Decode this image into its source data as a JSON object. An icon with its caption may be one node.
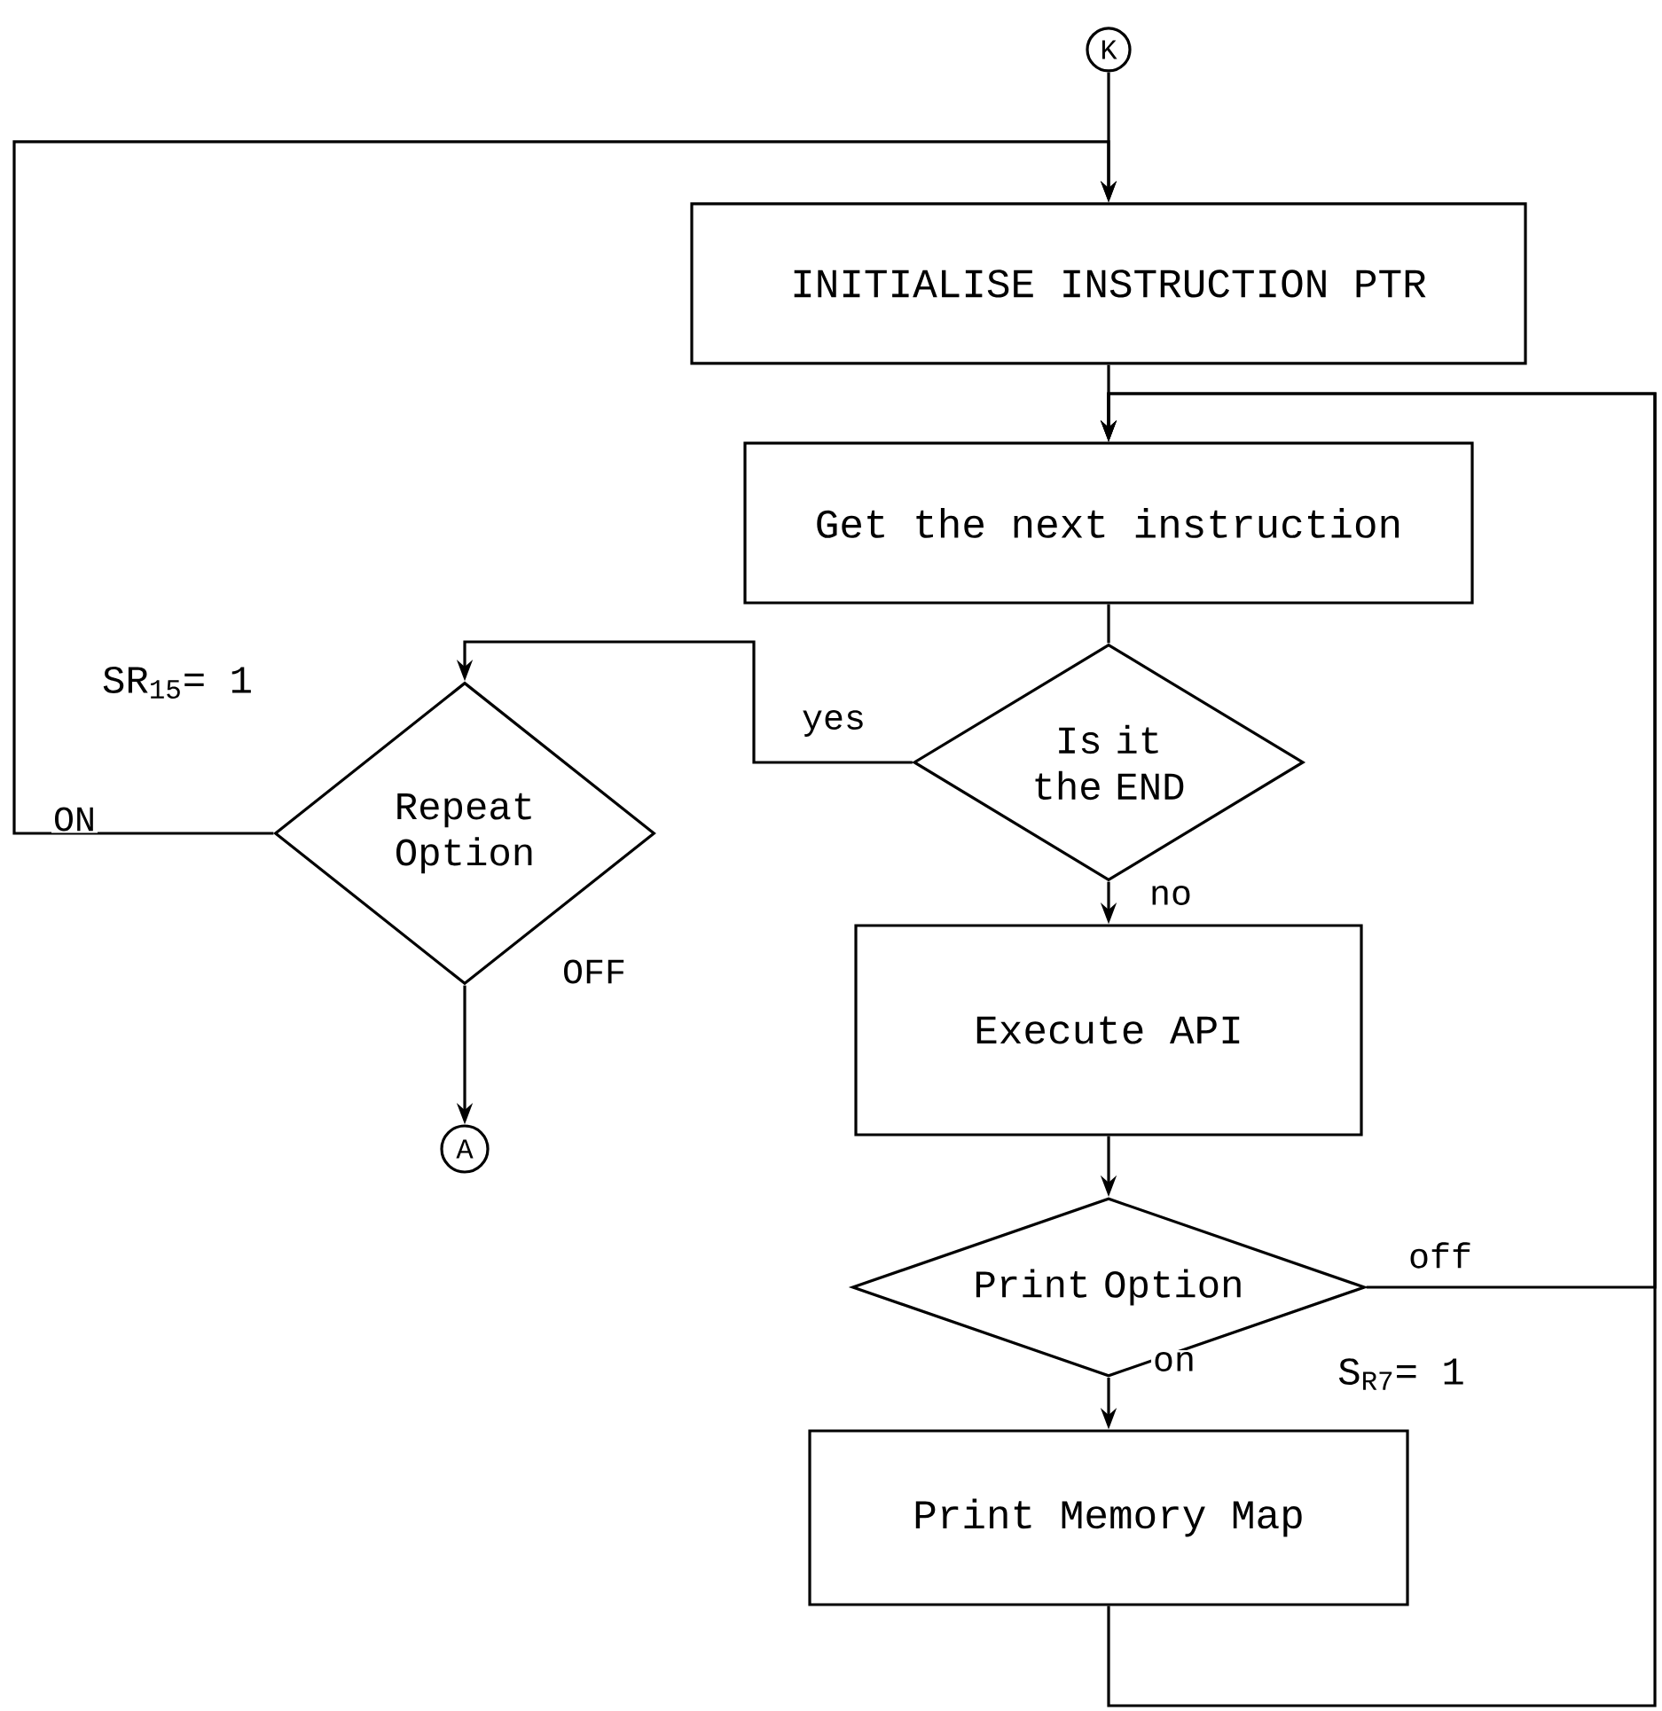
{
  "diagram": {
    "nodes": [
      {
        "text": [
          "K"
        ]
      },
      {
        "text": [
          "INITIALISE INSTRUCTION PTR"
        ]
      },
      {
        "text": [
          "Get the next instruction"
        ]
      },
      {
        "text": [
          "Is it the END"
        ]
      },
      {
        "text": [
          "Repeat Option"
        ]
      },
      {
        "text": [
          "A"
        ]
      },
      {
        "text": [
          "Execute API"
        ]
      },
      {
        "text": [
          "Print Option"
        ]
      },
      {
        "text": [
          "Print Memory Map"
        ]
      }
    ],
    "edges": [
      {
        "from": 0,
        "to": 1,
        "arrow": "to"
      },
      {
        "from": 1,
        "to": 2,
        "arrow": "to"
      },
      {
        "from": 2,
        "to": 3,
        "arrow": "none"
      },
      {
        "from": 3,
        "to": 4,
        "arrow": "to",
        "label": "yes"
      },
      {
        "from": 4,
        "to": 1,
        "arrow": "to",
        "label": "ON"
      },
      {
        "from": 4,
        "to": 5,
        "arrow": "to",
        "label": "OFF"
      },
      {
        "from": 3,
        "to": 6,
        "arrow": "to",
        "label": "no"
      },
      {
        "from": 6,
        "to": 7,
        "arrow": "to"
      },
      {
        "from": 7,
        "to": 8,
        "arrow": "to",
        "label": "on"
      },
      {
        "from": 7,
        "to": 2,
        "arrow": "to",
        "label": "off"
      },
      {
        "from": 8,
        "to": 2,
        "arrow": "to"
      }
    ],
    "labels": [
      "SR$_{15}$= 1",
      "S$_{R7}$= 1"
    ]
  }
}
